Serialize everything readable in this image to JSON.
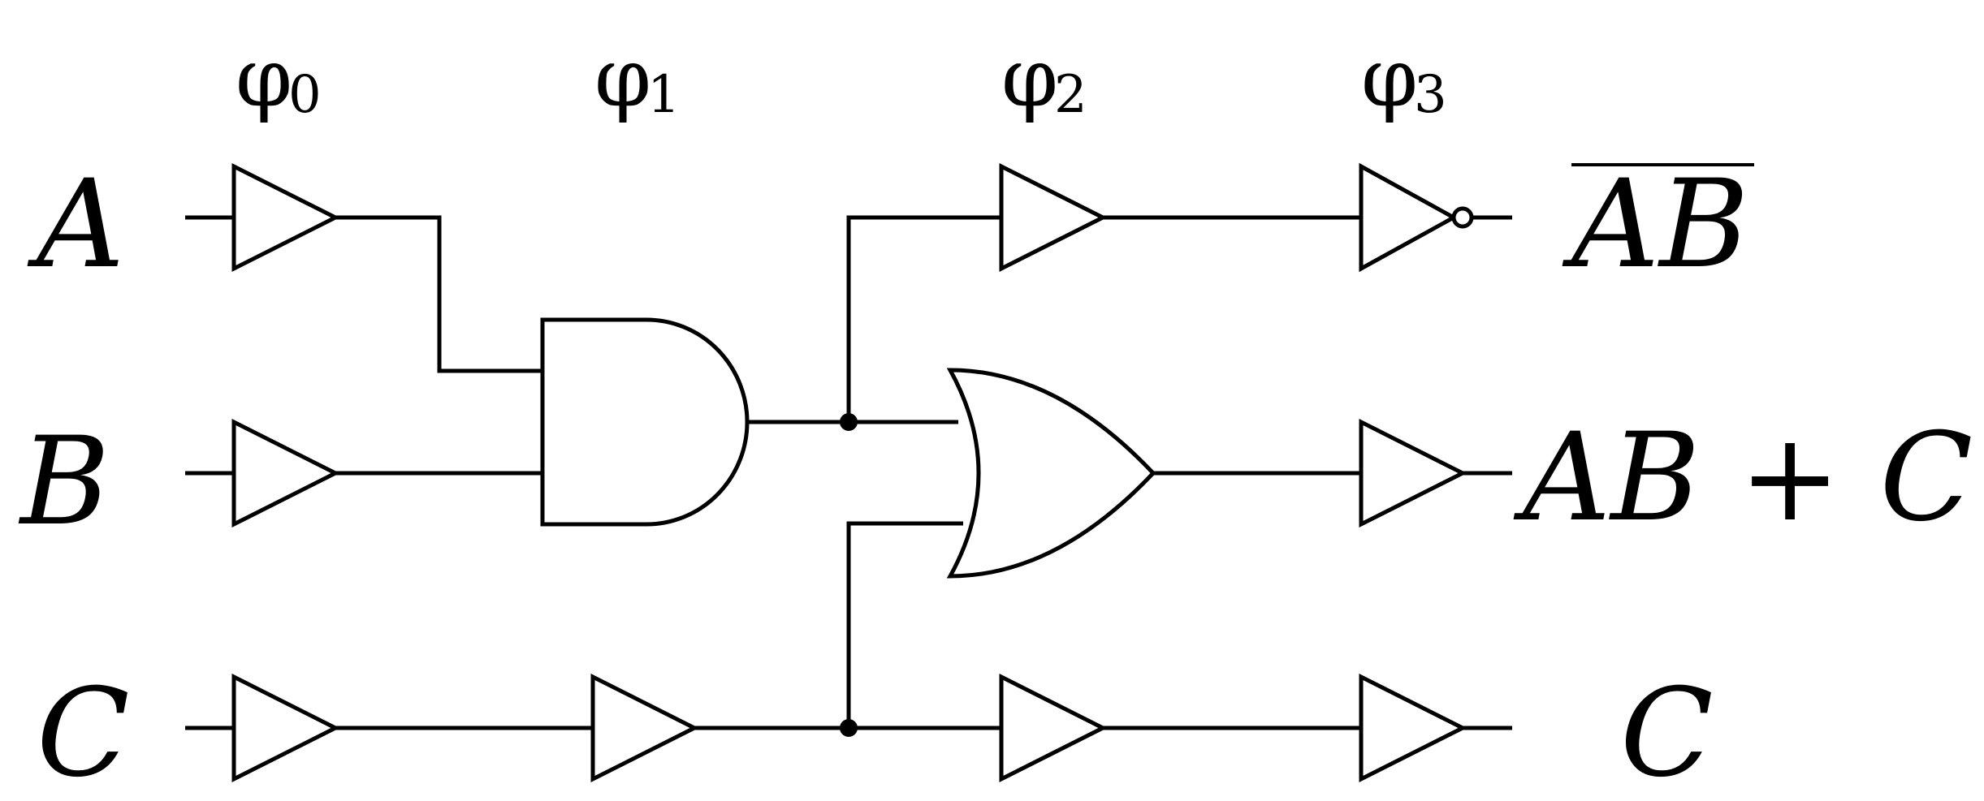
{
  "phases": [
    {
      "symbol": "φ",
      "sub": "0"
    },
    {
      "symbol": "φ",
      "sub": "1"
    },
    {
      "symbol": "φ",
      "sub": "2"
    },
    {
      "symbol": "φ",
      "sub": "3"
    }
  ],
  "inputs": {
    "a": "A",
    "b": "B",
    "c": "C"
  },
  "outputs": {
    "nand": "AB",
    "or": "AB + C",
    "pass": "C"
  },
  "gates": {
    "and": "AND",
    "or": "OR"
  }
}
